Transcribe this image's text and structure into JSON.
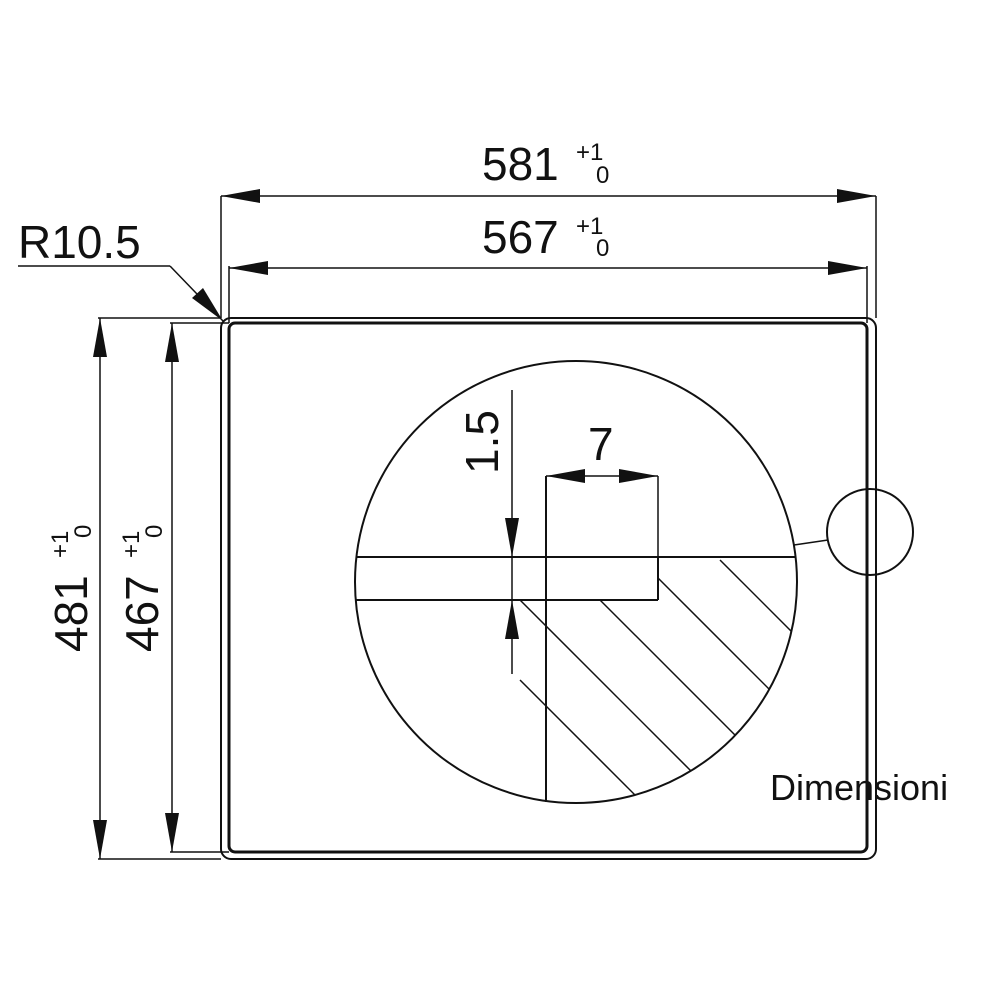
{
  "dimensions": {
    "outer_width": {
      "value": "581",
      "tol_upper": "+1",
      "tol_lower": "0"
    },
    "inner_width": {
      "value": "567",
      "tol_upper": "+1",
      "tol_lower": "0"
    },
    "outer_height": {
      "value": "481",
      "tol_upper": "+1",
      "tol_lower": "0"
    },
    "inner_height": {
      "value": "467",
      "tol_upper": "+1",
      "tol_lower": "0"
    },
    "corner_radius": "R10.5",
    "detail_thickness": "1.5",
    "detail_width": "7"
  },
  "caption": "Dimensioni"
}
